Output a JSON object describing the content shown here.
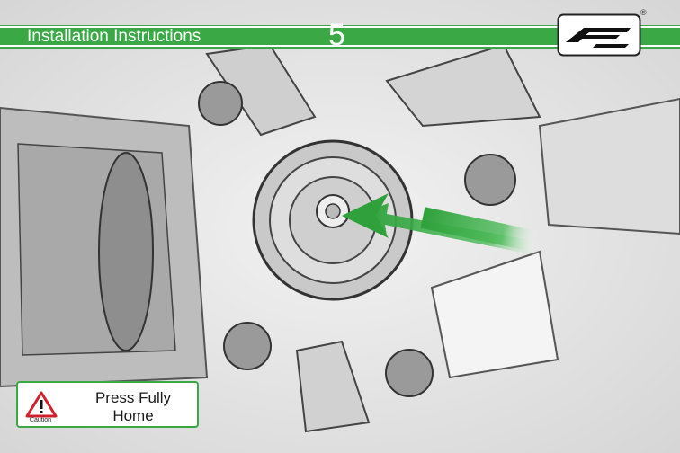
{
  "header": {
    "title": "Installation Instructions",
    "step_number": "5",
    "accent_color": "#39a845"
  },
  "logo": {
    "registered_mark": "®"
  },
  "caution": {
    "label": "Caution",
    "icon": "warning-triangle-icon",
    "message_line1": "Press Fully",
    "message_line2": "Home"
  },
  "annotation": {
    "icon": "green-arrow-icon"
  }
}
